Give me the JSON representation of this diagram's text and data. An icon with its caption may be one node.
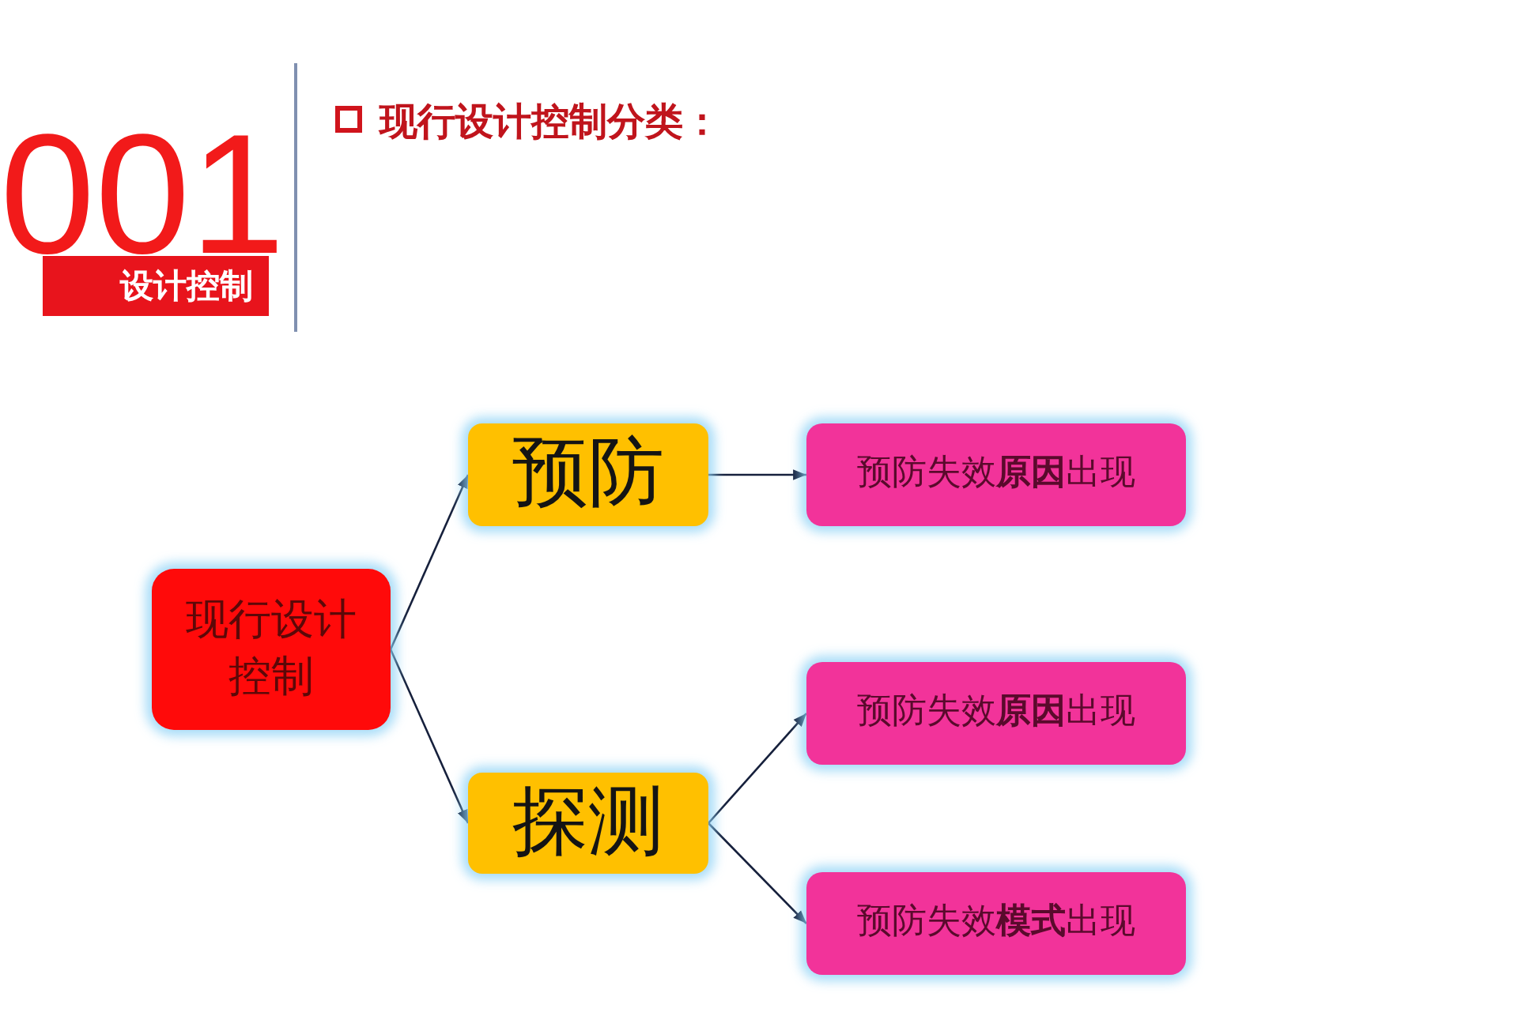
{
  "diagram": {
    "title": "现行设计控制分类：",
    "nodes": [
      {
        "text": [
          "现行设计控制"
        ]
      },
      {
        "text": [
          "预防"
        ]
      },
      {
        "text": [
          "探测"
        ]
      },
      {
        "text": [
          "预防失效**原因**出现"
        ]
      },
      {
        "text": [
          "预防失效**原因**出现"
        ]
      },
      {
        "text": [
          "预防失效**模式**出现"
        ]
      }
    ],
    "edges": [
      {
        "from": 0,
        "to": 1,
        "arrow": "to"
      },
      {
        "from": 0,
        "to": 2,
        "arrow": "to"
      },
      {
        "from": 1,
        "to": 3,
        "arrow": "to"
      },
      {
        "from": 2,
        "to": 4,
        "arrow": "to"
      },
      {
        "from": 2,
        "to": 5,
        "arrow": "to"
      }
    ],
    "labels": [
      "001",
      "设计控制"
    ]
  }
}
